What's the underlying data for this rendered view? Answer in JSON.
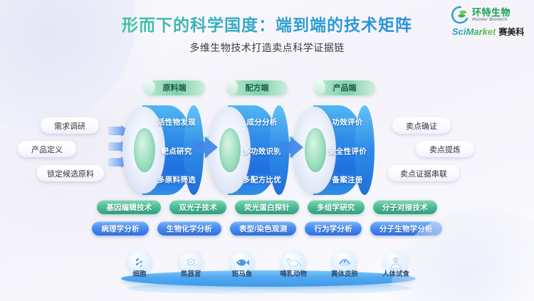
{
  "header": {
    "title": "形而下的科学国度：端到端的技术矩阵",
    "subtitle": "多维生物技术打造卖点科学证据链",
    "title_gradient_from": "#3ec98f",
    "title_gradient_to": "#1f7fe0"
  },
  "logo": {
    "mark": "leaf-swirl-icon",
    "company_cn": "环特生物",
    "company_en": "Hunter Biotech",
    "brand_en": "SciMarket",
    "brand_cn": "赛美科"
  },
  "stages": [
    {
      "caption": "原料端",
      "items": [
        "活性物发现",
        "靶点研究",
        "多原料筛选"
      ]
    },
    {
      "caption": "配方端",
      "items": [
        "成分分析",
        "多功效识别",
        "多配方比优"
      ]
    },
    {
      "caption": "产品端",
      "items": [
        "功效评价",
        "安全性评价",
        "备案注册"
      ]
    }
  ],
  "left_labels": [
    "需求调研",
    "产品定义",
    "锁定候选原料"
  ],
  "right_labels": [
    "卖点确证",
    "卖点提炼",
    "卖点证据串联"
  ],
  "tech_rows": [
    {
      "color": "#2f9f82",
      "tags": [
        "基因编辑技术",
        "双光子技术",
        "荧光蛋白探针",
        "多组学研究",
        "分子对接技术"
      ]
    },
    {
      "color": "#2e6fe0",
      "tags": [
        "病理学分析",
        "生物化学分析",
        "表型/染色观测",
        "行为学分析",
        "分子生物学分析"
      ]
    }
  ],
  "models": [
    {
      "label": "细胞",
      "icon": "cells-icon"
    },
    {
      "label": "类器官",
      "icon": "organoid-icon"
    },
    {
      "label": "斑马鱼",
      "icon": "zebrafish-icon"
    },
    {
      "label": "哺乳动物",
      "icon": "mouse-icon"
    },
    {
      "label": "离体皮肤",
      "icon": "skin-icon"
    },
    {
      "label": "人体试食",
      "icon": "human-icon"
    }
  ]
}
